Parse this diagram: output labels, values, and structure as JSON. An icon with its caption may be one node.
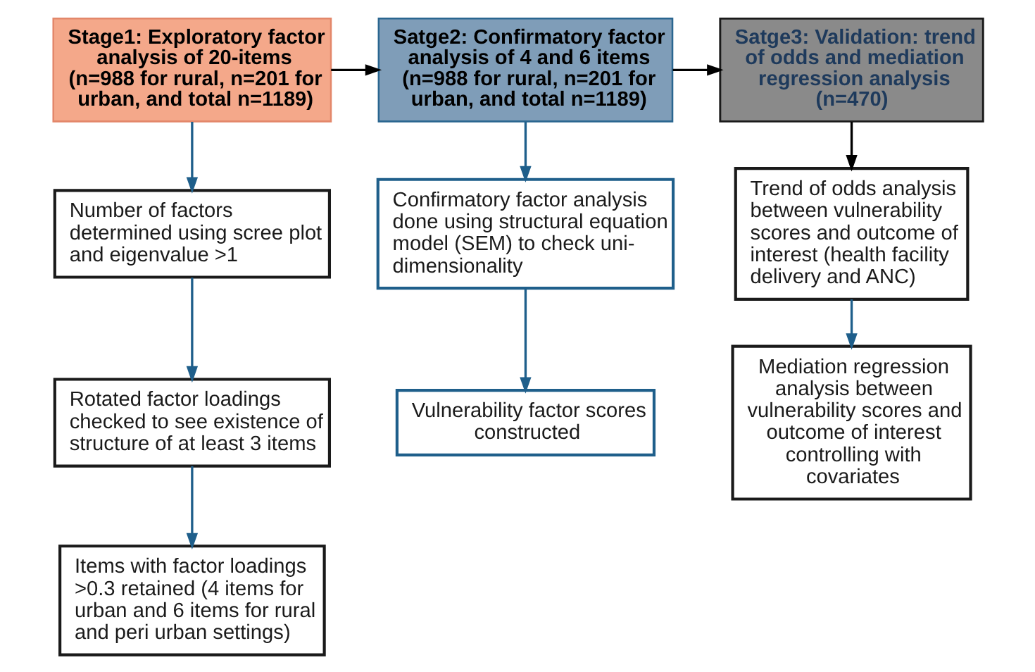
{
  "diagram": {
    "nodes": [
      {
        "text": [
          "Stage1: Exploratory factor analysis of 20-items",
          "(n=988 for rural, n=201 for urban, and total n=1189)"
        ]
      },
      {
        "text": [
          "Satge2: Confirmatory factor analysis of 4 and 6 items",
          "(n=988 for rural, n=201 for urban, and total n=1189)"
        ]
      },
      {
        "text": [
          "Satge3: Validation: trend of odds and mediation regression analysis",
          "(n=470)"
        ]
      },
      {
        "text": [
          "Number of factors determined using scree plot and eigenvalue >1"
        ]
      },
      {
        "text": [
          "Rotated factor loadings checked to see existence of structure of at least 3 items"
        ]
      },
      {
        "text": [
          "Items with factor loadings >0.3 retained (4 items for urban and 6 items for rural and peri urban settings)"
        ]
      },
      {
        "text": [
          "Confirmatory factor analysis done using structural equation model (SEM) to check uni-dimensionality"
        ]
      },
      {
        "text": [
          "Vulnerability factor scores constructed"
        ]
      },
      {
        "text": [
          "Trend of odds analysis between vulnerability scores and outcome of interest (health facility delivery and ANC)"
        ]
      },
      {
        "text": [
          "Mediation regression analysis between vulnerability scores and outcome of interest controlling with covariates"
        ]
      }
    ],
    "edges": [
      {
        "from": 0,
        "to": 1,
        "arrow": "to",
        "color": "#000000"
      },
      {
        "from": 1,
        "to": 2,
        "arrow": "to",
        "color": "#000000"
      },
      {
        "from": 0,
        "to": 3,
        "arrow": "to"
      },
      {
        "from": 1,
        "to": 6,
        "arrow": "to"
      },
      {
        "from": 2,
        "to": 8,
        "arrow": "to",
        "color": "#000000"
      },
      {
        "from": 3,
        "to": 4,
        "arrow": "to"
      },
      {
        "from": 4,
        "to": 5,
        "arrow": "to"
      },
      {
        "from": 6,
        "to": 7,
        "arrow": "to"
      },
      {
        "from": 8,
        "to": 9,
        "arrow": "to"
      }
    ]
  }
}
